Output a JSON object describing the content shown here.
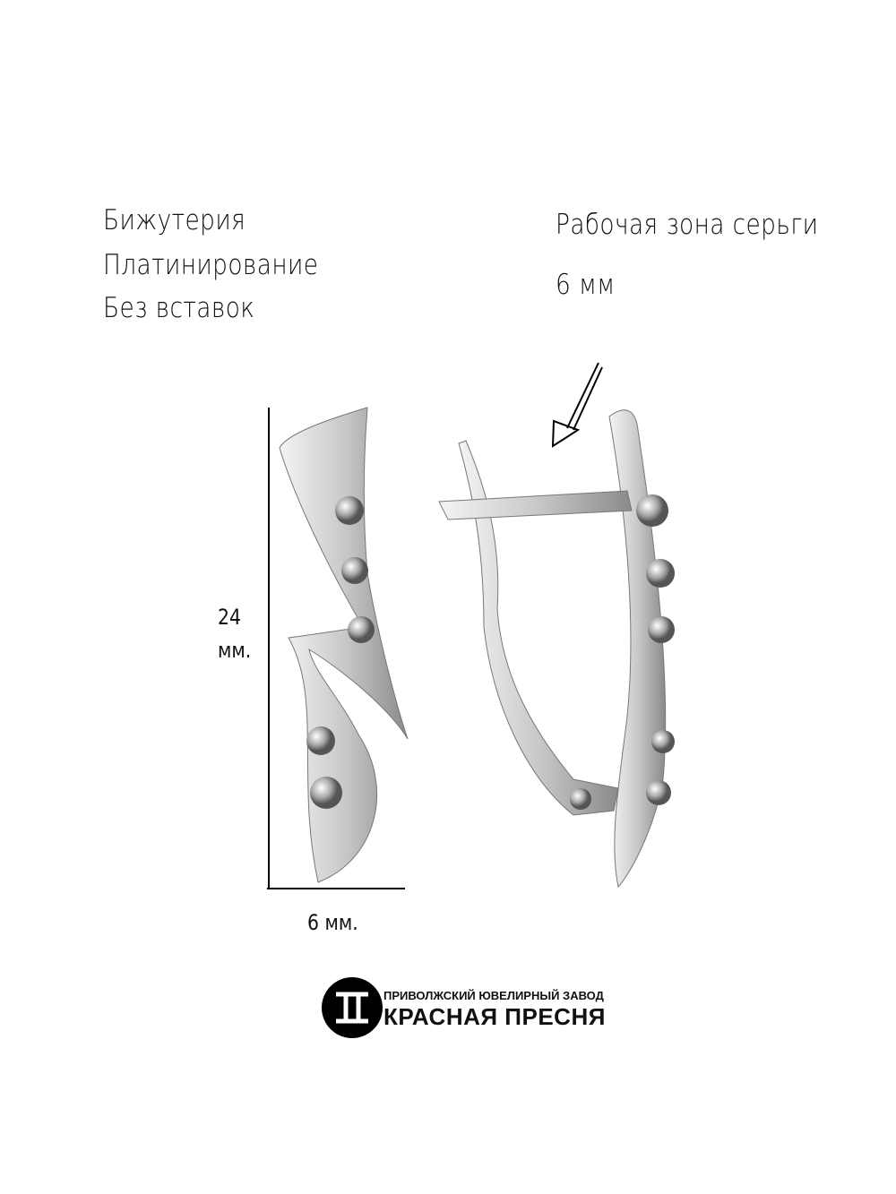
{
  "specs": [
    "Бижутерия",
    "Платинирование",
    "Без вставок"
  ],
  "working_zone": {
    "label": "Рабочая зона серьги",
    "value": "6 мм"
  },
  "dimensions": {
    "height_value": "24",
    "height_unit": "мм.",
    "width": "6 мм."
  },
  "brand": {
    "subtitle": "ПРИВОЛЖСКИЙ ЮВЕЛИРНЫЙ ЗАВОД",
    "name": "КРАСНАЯ ПРЕСНЯ"
  }
}
